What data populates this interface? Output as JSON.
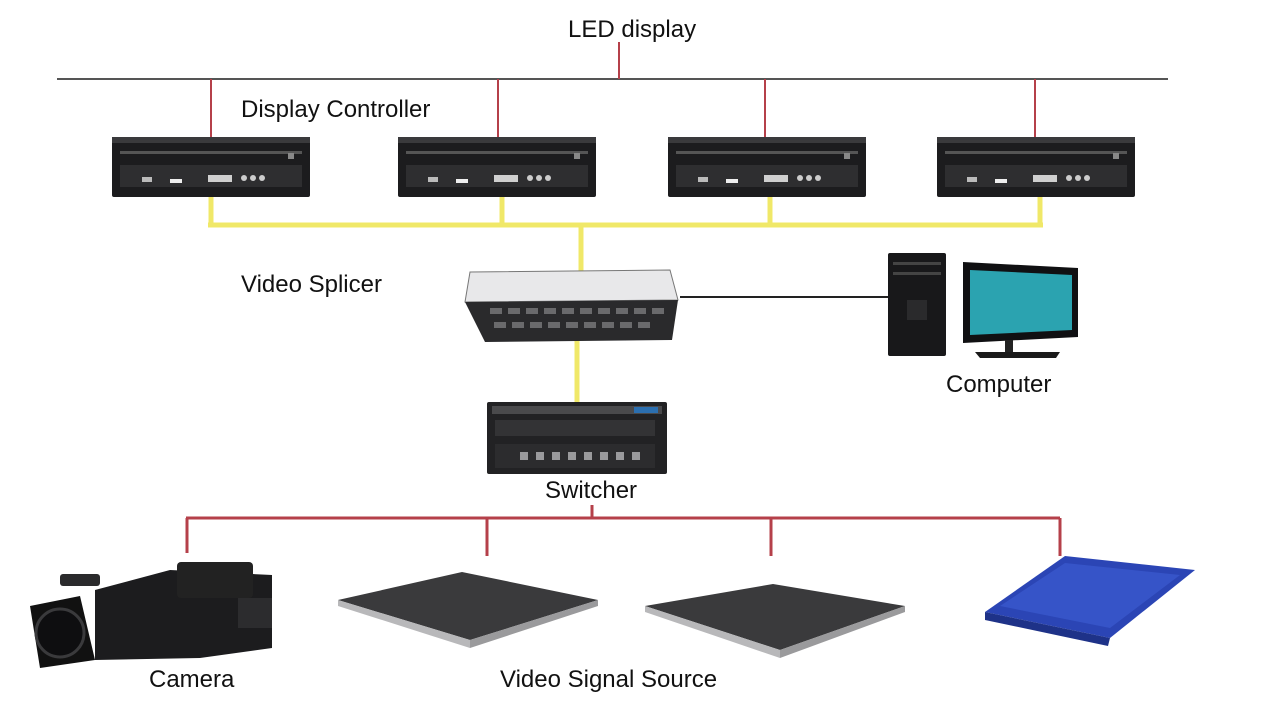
{
  "labels": {
    "led_display": "LED display",
    "display_controller": "Display Controller",
    "video_splicer": "Video Splicer",
    "computer": "Computer",
    "switcher": "Switcher",
    "camera": "Camera",
    "video_signal_source": "Video Signal Source"
  },
  "colors": {
    "red_link": "#b5404a",
    "yellow_link": "#f0e868",
    "black_link": "#222222",
    "device_dark": "#1c1c1e",
    "device_panel": "#2e2e30",
    "laptop_silver": "#c8c8c8",
    "hdd_blue": "#2b45b5",
    "monitor_screen": "#2ba3b0"
  },
  "icons": [
    "display-controller-icon",
    "video-splicer-icon",
    "computer-tower-icon",
    "monitor-icon",
    "switcher-icon",
    "camera-icon",
    "laptop-icon",
    "external-hdd-icon"
  ]
}
